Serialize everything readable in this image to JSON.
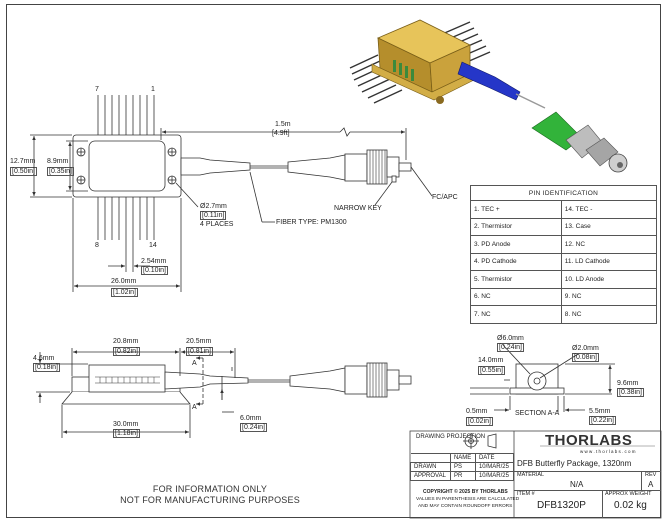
{
  "top_view": {
    "pin_label_top_left": "7",
    "pin_label_top_right": "1",
    "pin_label_bottom_left": "8",
    "pin_label_bottom_right": "14",
    "dim_height_outer_mm": "12.7mm",
    "dim_height_outer_in": "[0.50in]",
    "dim_height_inner_mm": "8.9mm",
    "dim_height_inner_in": "[0.35in]",
    "dim_hole_mm": "Ø2.7mm",
    "dim_hole_in": "[0.11in]",
    "dim_hole_note": "4 PLACES",
    "dim_pitch_mm": "2.54mm",
    "dim_pitch_in": "[0.10in]",
    "dim_width_mm": "26.0mm",
    "dim_width_in": "[1.02in]",
    "dim_fiber_length_m": "1.5m",
    "dim_fiber_length_ft": "[4.9ft]",
    "fiber_type": "FIBER TYPE: PM1300",
    "narrow_key": "NARROW KEY",
    "connector": "FC/APC"
  },
  "side_view": {
    "dim_height_mm": "4.6mm",
    "dim_height_in": "[0.18in]",
    "dim_flange_mm": "20.8mm",
    "dim_flange_in": "[0.82in]",
    "dim_boot_mm": "20.5mm",
    "dim_boot_in": "[0.81in]",
    "section_marker": "A",
    "dim_total_mm": "30.0mm",
    "dim_total_in": "[1.18in]",
    "dim_boot_dia_mm": "6.0mm",
    "dim_boot_dia_in": "[0.24in]"
  },
  "section_view": {
    "dim_outer_dia_mm": "Ø6.0mm",
    "dim_outer_dia_in": "[0.24in]",
    "dim_inner_dia_mm": "Ø2.0mm",
    "dim_inner_dia_in": "[0.08in]",
    "dim_width_mm": "14.0mm",
    "dim_width_in": "[0.55in]",
    "dim_height_mm": "9.6mm",
    "dim_height_in": "[0.38in]",
    "dim_base_mm": "0.5mm",
    "dim_base_in": "[0.02in]",
    "dim_right_mm": "5.5mm",
    "dim_right_in": "[0.22in]",
    "label": "SECTION A-A"
  },
  "pin_table": {
    "title": "PIN IDENTIFICATION",
    "rows": [
      [
        "1. TEC +",
        "14. TEC -"
      ],
      [
        "2. Thermistor",
        "13. Case"
      ],
      [
        "3. PD Anode",
        "12. NC"
      ],
      [
        "4. PD Cathode",
        "11. LD Cathode"
      ],
      [
        "5. Thermistor",
        "10. LD Anode"
      ],
      [
        "6. NC",
        "9. NC"
      ],
      [
        "7. NC",
        "8. NC"
      ]
    ]
  },
  "title_block": {
    "projection_label": "DRAWING PROJECTION",
    "col_name": "NAME",
    "col_date": "DATE",
    "drawn_label": "DRAWN",
    "drawn_name": "PS",
    "drawn_date": "10/MAR/25",
    "approval_label": "APPROVAL",
    "approval_name": "PR",
    "approval_date": "10/MAR/25",
    "copyright": "COPYRIGHT © 2025 BY THORLABS",
    "rounding_note_1": "VALUES IN PARENTHESIS ARE CALCULATED",
    "rounding_note_2": "AND MAY CONTAIN ROUNDOFF ERRORS",
    "logo_text": "THORLABS",
    "website": "w w w . t h o r l a b s . c o m",
    "description": "DFB Butterfly Package, 1320nm",
    "material_label": "MATERIAL",
    "material_value": "N/A",
    "rev_label": "REV",
    "rev_value": "A",
    "item_label": "ITEM #",
    "item_value": "DFB1320P",
    "weight_label": "APPROX WEIGHT",
    "weight_value": "0.02 kg"
  },
  "footer": {
    "line1": "FOR INFORMATION ONLY",
    "line2": "NOT FOR MANUFACTURING PURPOSES"
  },
  "colors": {
    "package_gold": "#c9a441",
    "fiber_blue": "#2536c8",
    "connector_green": "#32b33a"
  }
}
